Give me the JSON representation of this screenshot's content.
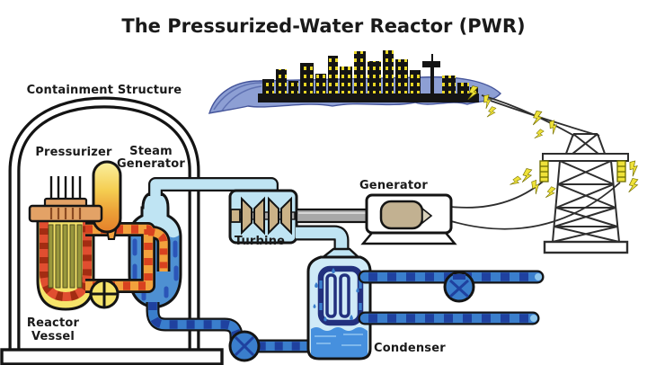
{
  "title": "The Pressurized-Water Reactor (PWR)",
  "labels": {
    "containment": "Containment Structure",
    "pressurizer": "Pressurizer",
    "steam_generator_line1": "Steam",
    "steam_generator_line2": "Generator",
    "reactor_vessel_line1": "Reactor",
    "reactor_vessel_line2": "Vessel",
    "turbine": "Turbine",
    "generator": "Generator",
    "condenser": "Condenser"
  },
  "colors": {
    "outline": "#141414",
    "primary_coolant_pipe": "#F2A13C",
    "primary_coolant_dash": "#D8421F",
    "reactor_yellow": "#F6E46A",
    "pressurizer_top": "#FAF0A0",
    "pressurizer_bottom": "#E5802A",
    "steam_pale_blue": "#BFE4F3",
    "sg_water_blue": "#4E90D2",
    "sg_water_dash": "#2B55B8",
    "cooling_pipe_blue": "#3A7ECC",
    "cooling_pipe_dash": "#1F419F",
    "condenser_interior": "#CFEAF7",
    "turbine_blade_tan": "#CBB287",
    "generator_rotor_tan": "#C2B191",
    "hill_slate_blue": "#8D9FD4",
    "city_silhouette": "#141414",
    "window_yellow": "#E8D625",
    "spark_yellow": "#EFE23A"
  }
}
